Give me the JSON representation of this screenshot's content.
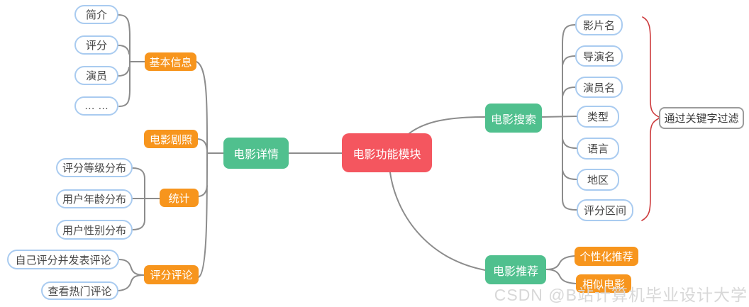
{
  "root": {
    "label": "电影功能模块"
  },
  "detail": {
    "label": "电影详情",
    "basic_info": {
      "label": "基本信息",
      "children": [
        "简介",
        "评分",
        "演员",
        "… …"
      ]
    },
    "stills": {
      "label": "电影剧照"
    },
    "stats": {
      "label": "统计",
      "children": [
        "评分等级分布",
        "用户年龄分布",
        "用户性别分布"
      ]
    },
    "comments": {
      "label": "评分评论",
      "children": [
        "自己评分并发表评论",
        "查看热门评论"
      ]
    }
  },
  "search": {
    "label": "电影搜索",
    "children": [
      "影片名",
      "导演名",
      "演员名",
      "类型",
      "语言",
      "地区",
      "评分区间"
    ],
    "note": "通过关键字过滤"
  },
  "recommend": {
    "label": "电影推荐",
    "children": [
      "个性化推荐",
      "相似电影"
    ]
  },
  "watermark": "CSDN @B站计算机毕业设计大学",
  "colors": {
    "root_bg": "#F4565F",
    "branch_bg": "#50C08E",
    "sub_bg": "#F7951D",
    "leaf_border": "#A9CBF0",
    "connector": "#8C8C8C",
    "brace": "#CD3B3D",
    "watermark": "#D8D8D8"
  }
}
